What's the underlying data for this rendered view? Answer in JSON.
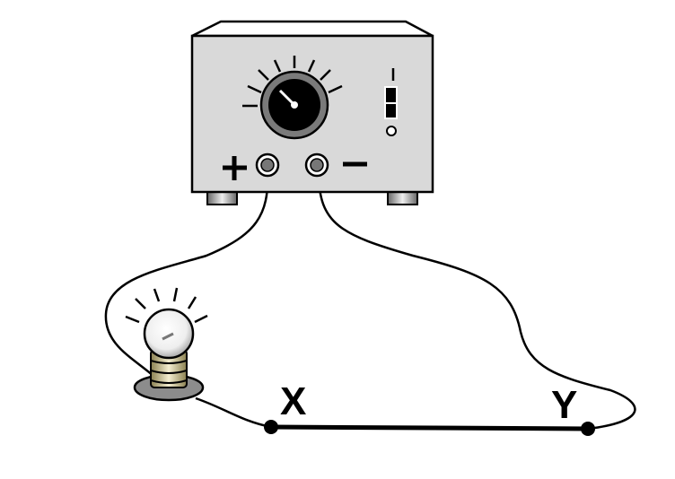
{
  "labels": {
    "point_x": "X",
    "point_y": "Y",
    "positive": "+",
    "negative": "−"
  },
  "switch_labels": {
    "on": "I",
    "off": "O"
  },
  "colors": {
    "case": "#d9d9d9",
    "outline": "#000000",
    "knob_ring": "#7a7a7a",
    "dish": "#8c8c8c",
    "thread": "#d8cfa0"
  }
}
